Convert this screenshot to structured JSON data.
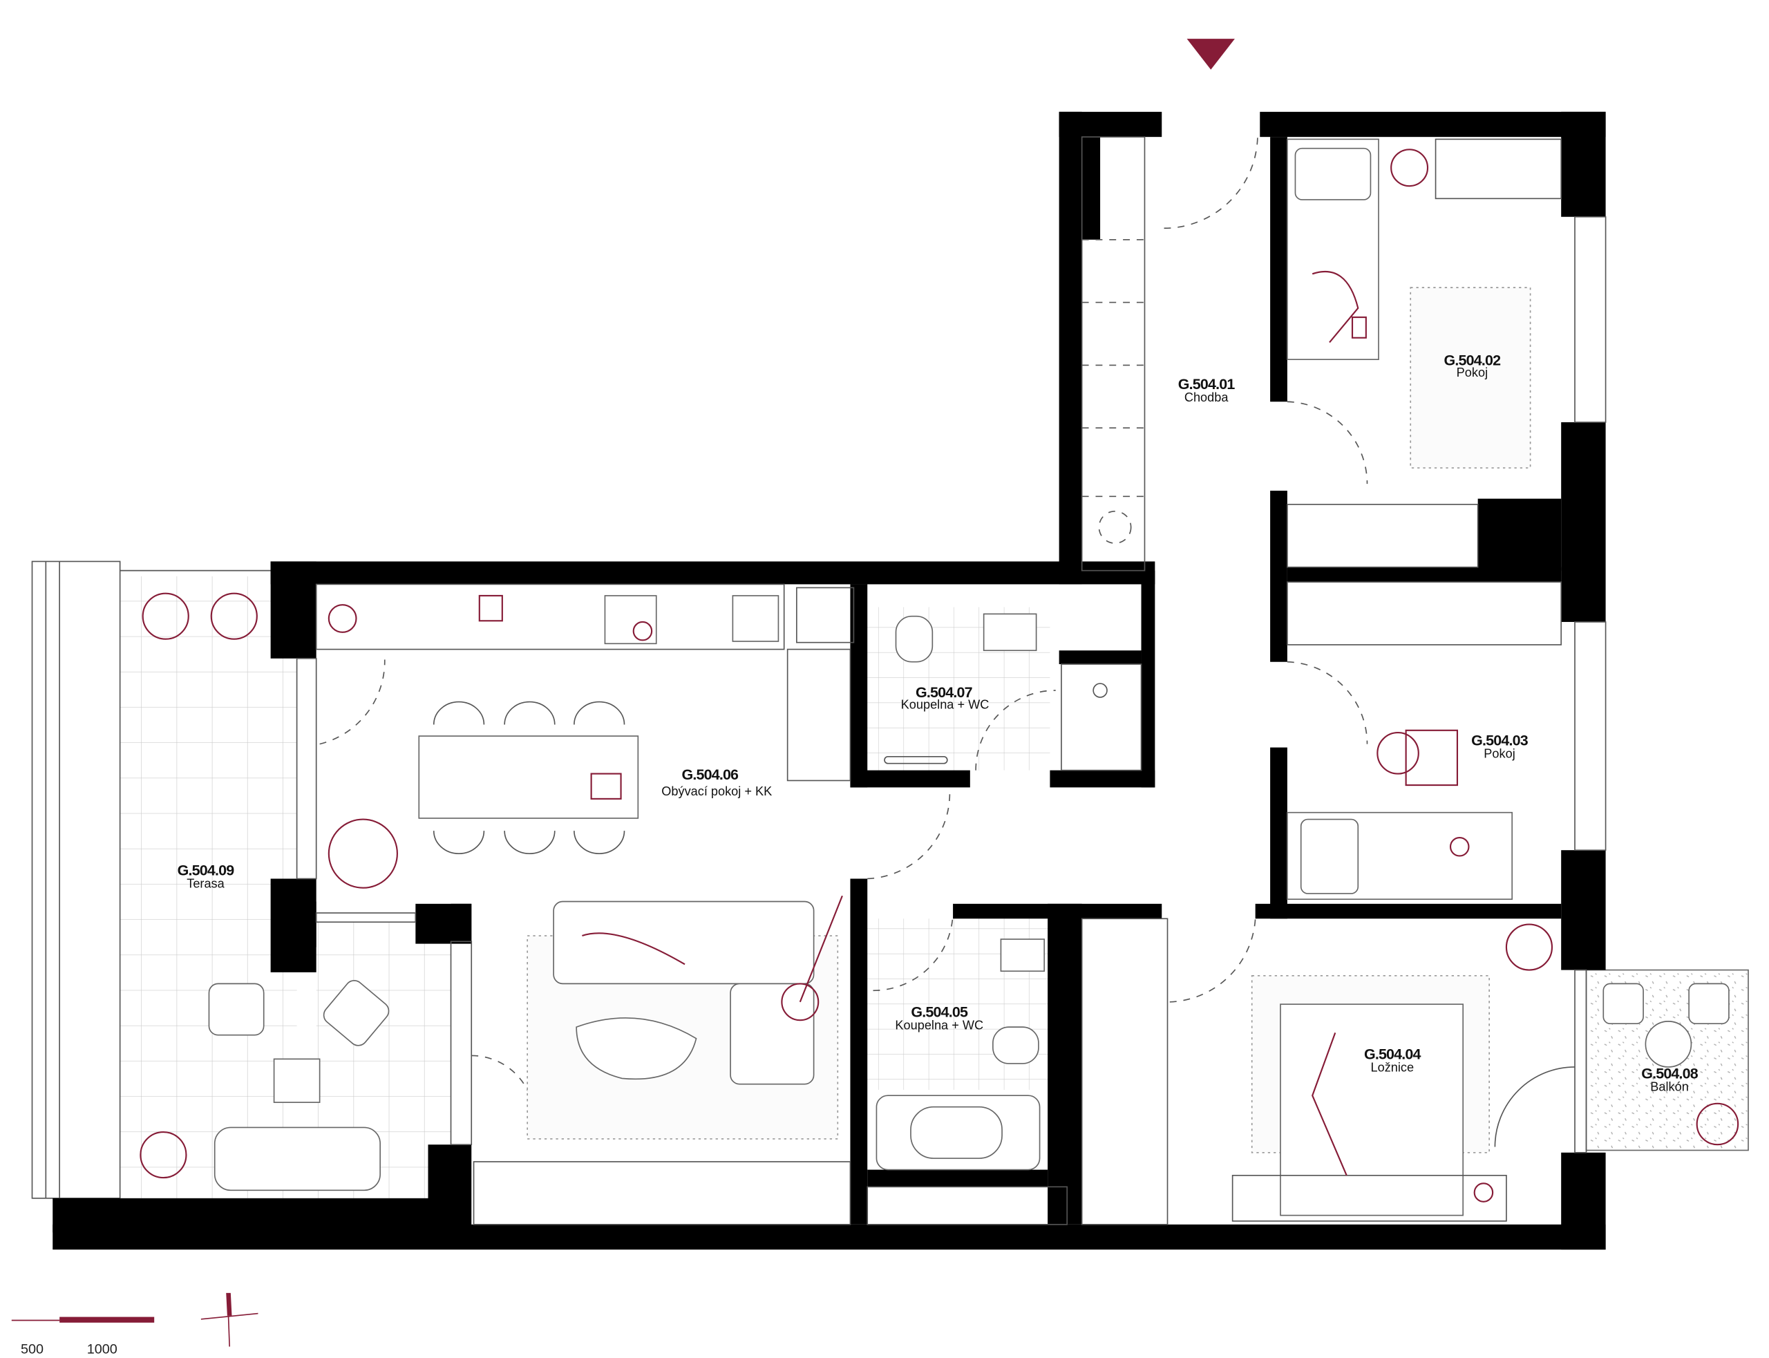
{
  "colors": {
    "accent": "#861c37",
    "wall": "#000000"
  },
  "entrance_marker": "triangle-down",
  "rooms": [
    {
      "code": "G.504.01",
      "name": "Chodba"
    },
    {
      "code": "G.504.02",
      "name": "Pokoj"
    },
    {
      "code": "G.504.03",
      "name": "Pokoj"
    },
    {
      "code": "G.504.04",
      "name": "Ložnice"
    },
    {
      "code": "G.504.05",
      "name": "Koupelna + WC"
    },
    {
      "code": "G.504.06",
      "name": "Obývací pokoj + KK"
    },
    {
      "code": "G.504.07",
      "name": "Koupelna + WC"
    },
    {
      "code": "G.504.08",
      "name": "Balkón"
    },
    {
      "code": "G.504.09",
      "name": "Terasa"
    }
  ],
  "scale_bar": {
    "labels": [
      "500",
      "1000"
    ]
  },
  "north_arrow": "north-cross"
}
